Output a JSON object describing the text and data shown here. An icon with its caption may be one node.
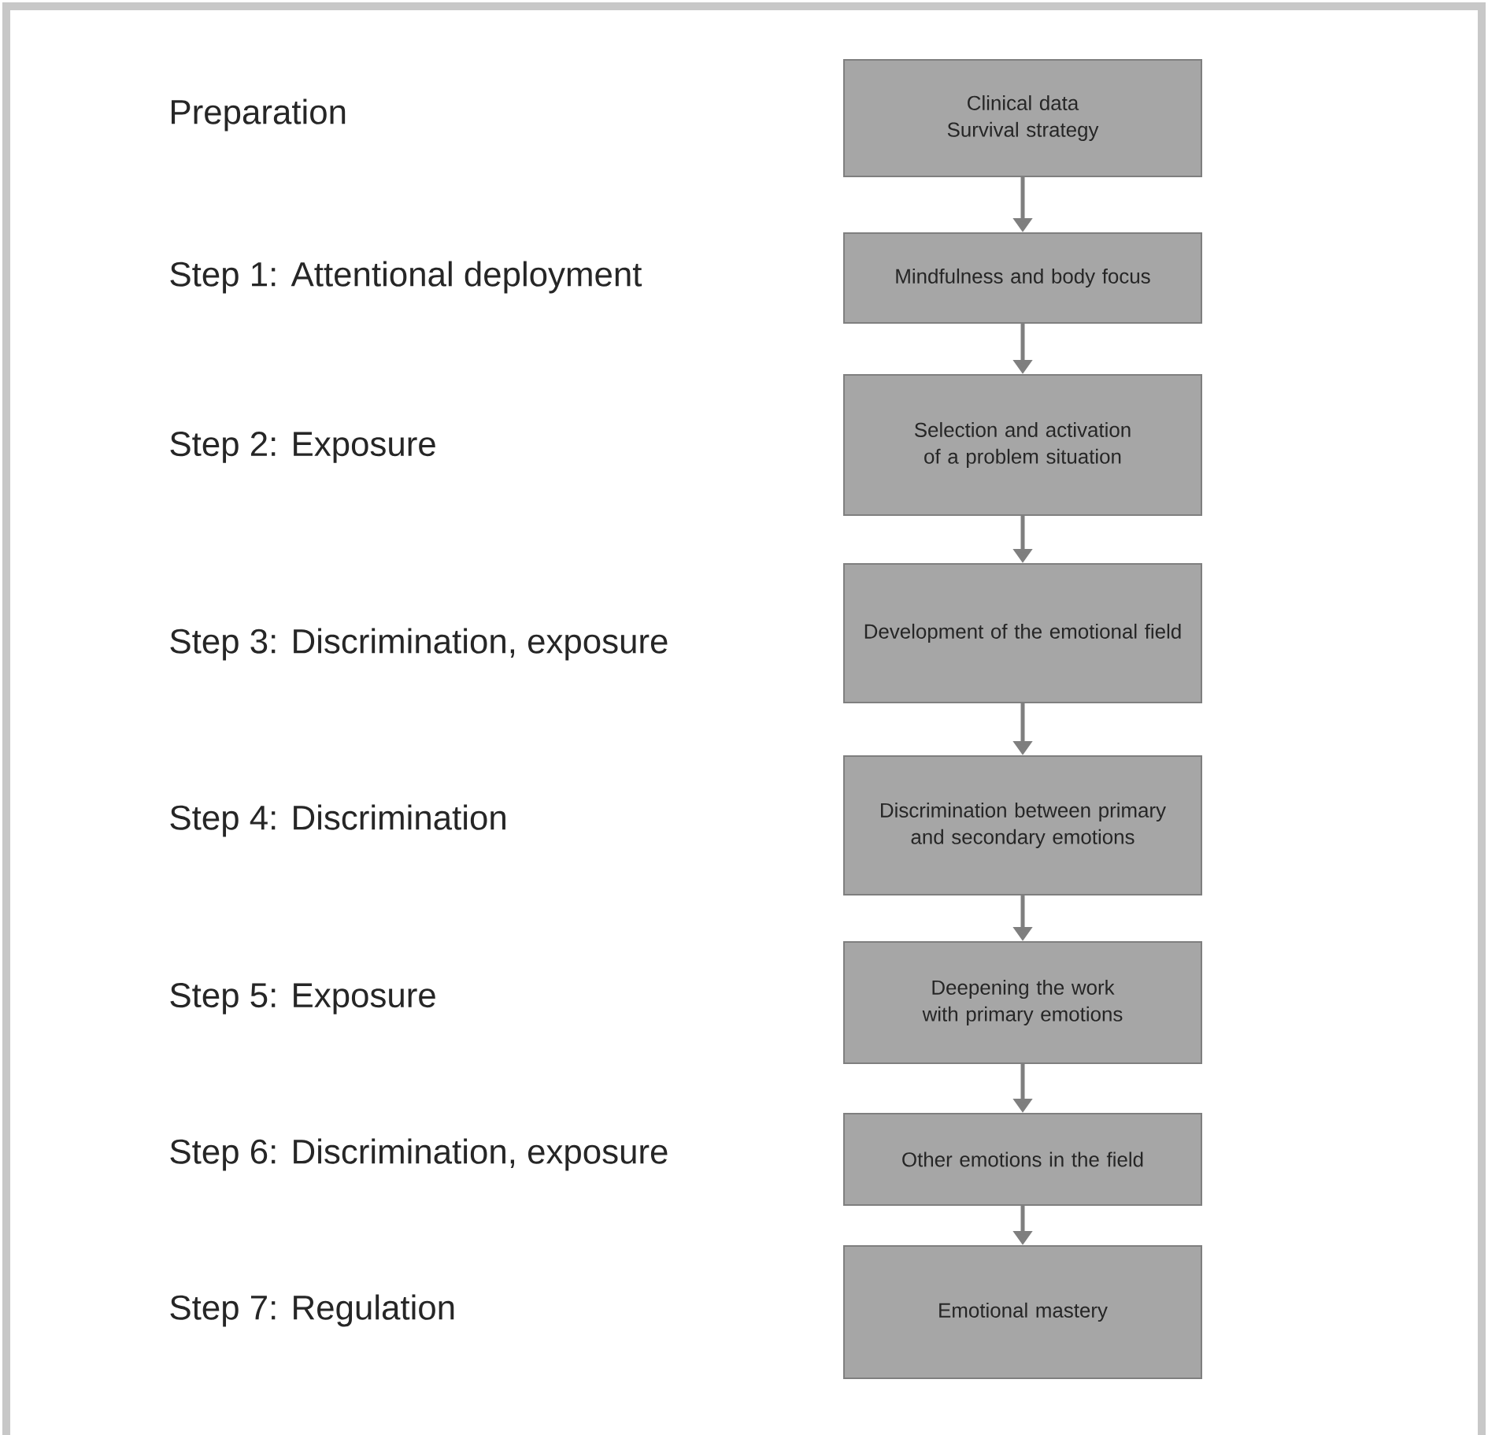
{
  "diagram": {
    "nodes": [
      {
        "text": [
          "Clinical data",
          "Survival strategy"
        ]
      },
      {
        "text": [
          "Mindfulness and body focus"
        ]
      },
      {
        "text": [
          "Selection and activation of a problem situation"
        ]
      },
      {
        "text": [
          "Development of the emotional field"
        ]
      },
      {
        "text": [
          "Discrimination between primary and secondary emotions"
        ]
      },
      {
        "text": [
          "Deepening the work with primary emotions"
        ]
      },
      {
        "text": [
          "Other emotions in the field"
        ]
      },
      {
        "text": [
          "Emotional mastery"
        ]
      }
    ],
    "edges": [
      {
        "from": 0,
        "to": 1,
        "arrow": "to"
      },
      {
        "from": 1,
        "to": 2,
        "arrow": "to"
      },
      {
        "from": 2,
        "to": 3,
        "arrow": "to"
      },
      {
        "from": 3,
        "to": 4,
        "arrow": "to"
      },
      {
        "from": 4,
        "to": 5,
        "arrow": "to"
      },
      {
        "from": 5,
        "to": 6,
        "arrow": "to"
      },
      {
        "from": 6,
        "to": 7,
        "arrow": "to"
      }
    ],
    "labels": [
      "Preparation",
      "Step 1: Attentional deployment",
      "Step 2: Exposure",
      "Step 3: Discrimination, exposure",
      "Step 4: Discrimination",
      "Step 5: Exposure",
      "Step 6: Discrimination, exposure",
      "Step 7: Regulation"
    ]
  }
}
